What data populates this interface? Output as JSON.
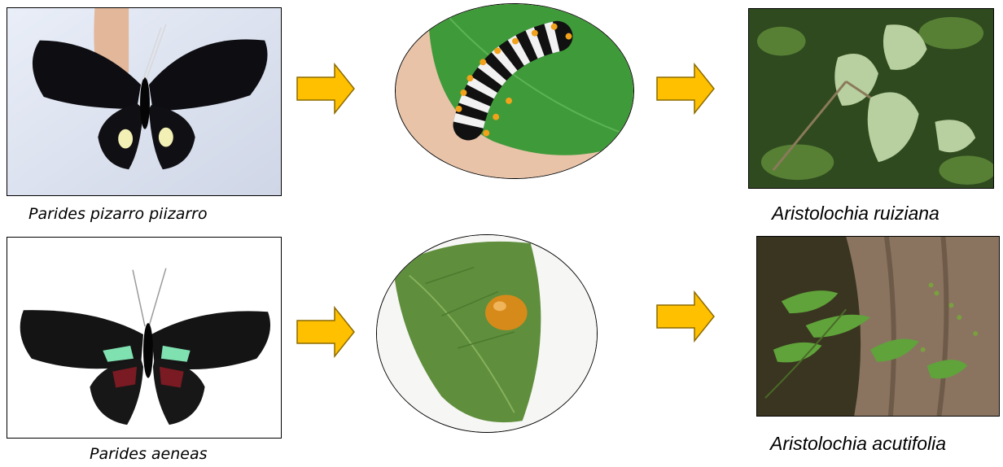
{
  "rows": [
    {
      "butterfly_caption": "Parides pizarro piizarro",
      "plant_caption": "Aristolochia ruiziana"
    },
    {
      "butterfly_caption": "Parides aeneas",
      "plant_caption": "Aristolochia acutifolia"
    }
  ],
  "colors": {
    "arrow_fill": "#FFC000",
    "arrow_stroke": "#8C6A00",
    "border": "#000000"
  },
  "icons": {
    "arrow": "right-arrow-icon"
  }
}
